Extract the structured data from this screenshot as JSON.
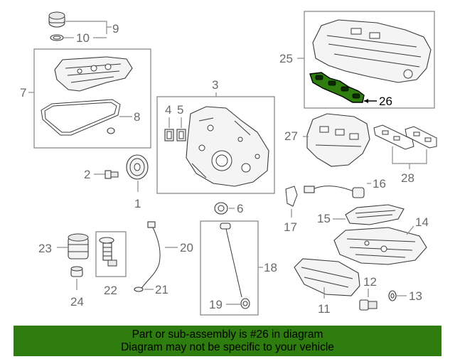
{
  "callouts": {
    "c1": "1",
    "c2": "2",
    "c3": "3",
    "c4": "4",
    "c5": "5",
    "c6": "6",
    "c7": "7",
    "c8": "8",
    "c9": "9",
    "c10": "10",
    "c11": "11",
    "c12": "12",
    "c13": "13",
    "c14": "14",
    "c15": "15",
    "c16": "16",
    "c17": "17",
    "c18": "18",
    "c19": "19",
    "c20": "20",
    "c21": "21",
    "c22": "22",
    "c23": "23",
    "c24": "24",
    "c25": "25",
    "c26": "26",
    "c27": "27",
    "c28": "28"
  },
  "highlight_color": "#2e7d0e",
  "banner": {
    "line1": "Part or sub-assembly is #26 in diagram",
    "line2": "Diagram may not be specific to your vehicle"
  }
}
